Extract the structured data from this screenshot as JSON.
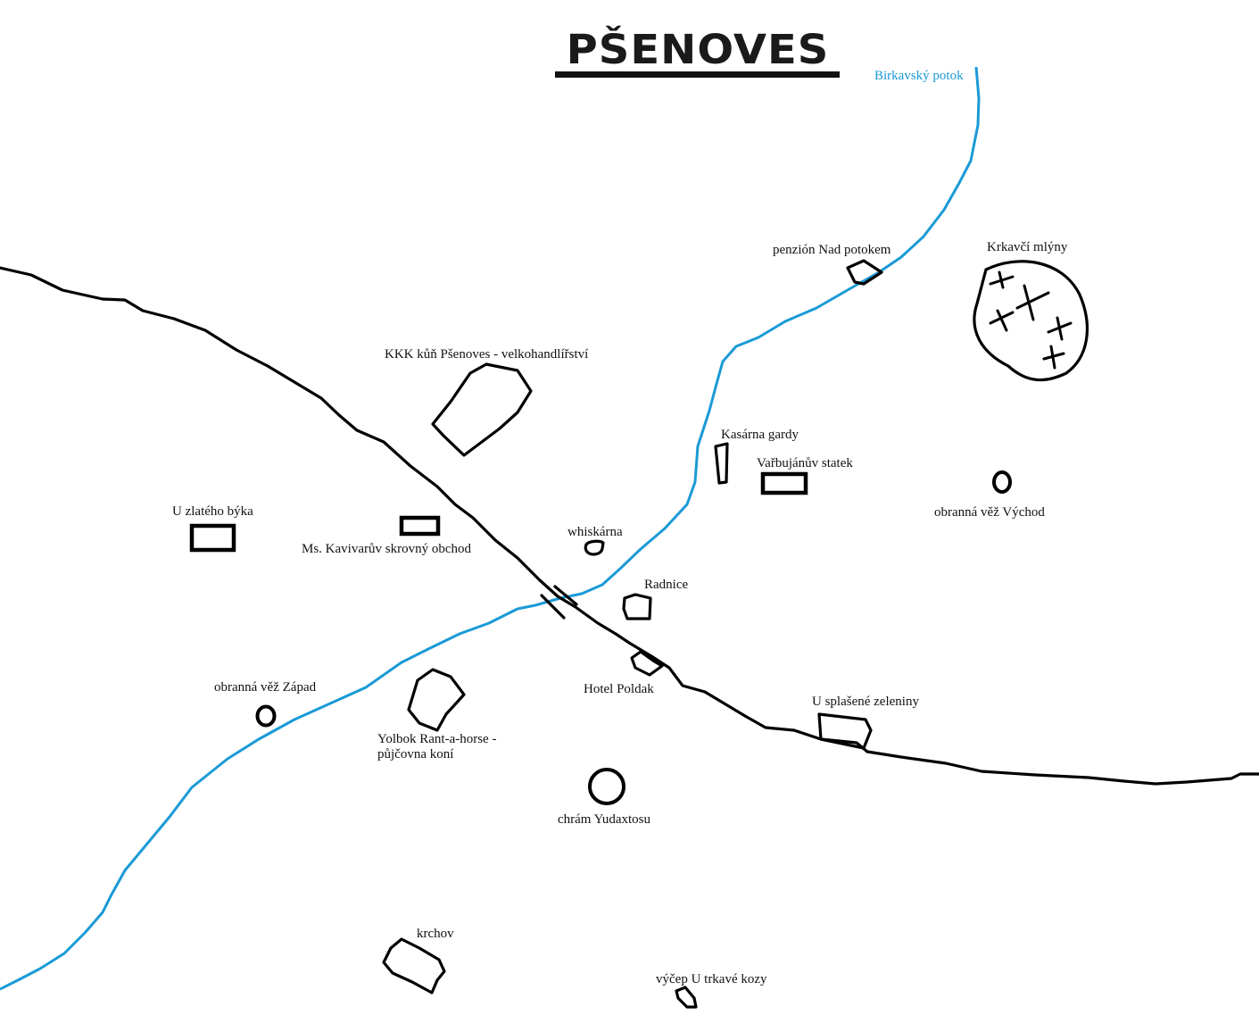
{
  "title": "PŠENOVES",
  "river": {
    "label": "Birkavský potok",
    "color": "#1a9ad6"
  },
  "places": {
    "kkk": "KKK kůň Pšenoves - velkohandlířství",
    "penzion": "penzión Nad potokem",
    "mlyny": "Krkavčí mlýny",
    "kasarna": "Kasárna gardy",
    "statek": "Vařbujánův statek",
    "vez_vychod": "obranná věž Východ",
    "zlaty_byk": "U zlatého býka",
    "obchod": "Ms. Kavivarův skrovný obchod",
    "whiskarna": "whiskárna",
    "radnice": "Radnice",
    "hotel": "Hotel Poldak",
    "zelenina": "U splašené zeleniny",
    "vez_zapad": "obranná věž Západ",
    "yolbok_1": "Yolbok Rant-a-horse -",
    "yolbok_2": "půjčovna koní",
    "chram": "chrám Yudaxtosu",
    "krchov": "krchov",
    "vycep": "výčep U trkavé kozy"
  }
}
